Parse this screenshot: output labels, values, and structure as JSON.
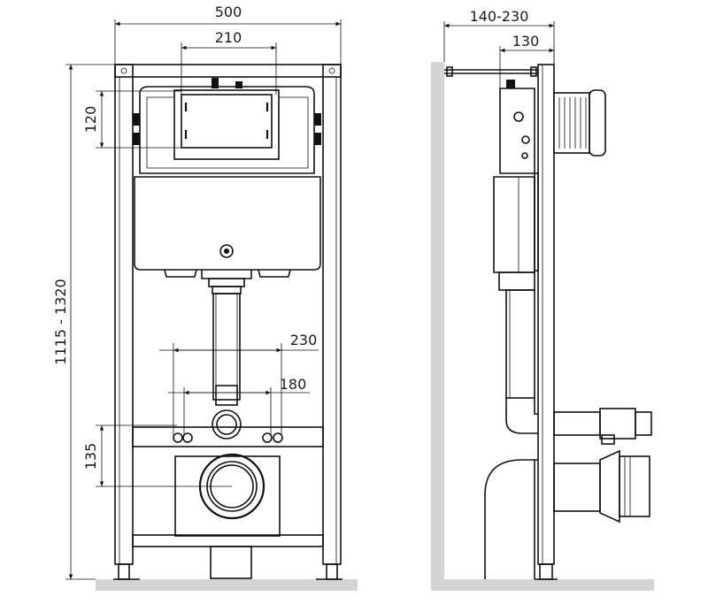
{
  "front_view": {
    "dim_total_width": "500",
    "dim_plate_width": "210",
    "dim_plate_height": "120",
    "dim_frame_height": "1115 - 1320",
    "dim_bolt_spacing_outer": "230",
    "dim_bolt_spacing_inner": "180",
    "dim_outlet_height": "135"
  },
  "side_view": {
    "dim_depth_range": "140-230",
    "dim_depth": "130"
  }
}
